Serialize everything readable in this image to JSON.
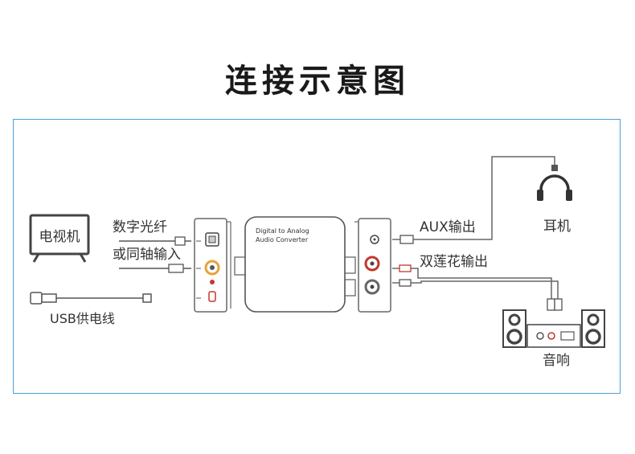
{
  "title": "连接示意图",
  "source": {
    "tv_label": "电视机",
    "usb_label": "USB供电线",
    "input_label_line1": "数字光纤",
    "input_label_line2": "或同轴输入"
  },
  "device": {
    "name_line1": "Digital to Analog",
    "name_line2": "Audio Converter"
  },
  "outputs": {
    "aux_label": "AUX输出",
    "rca_label": "双莲花输出",
    "headphone_label": "耳机",
    "speaker_label": "音响"
  },
  "colors": {
    "frame_border": "#4a9fd8",
    "stroke": "#555555",
    "rca_red": "#c0392b",
    "coax_orange": "#e8a23a"
  }
}
